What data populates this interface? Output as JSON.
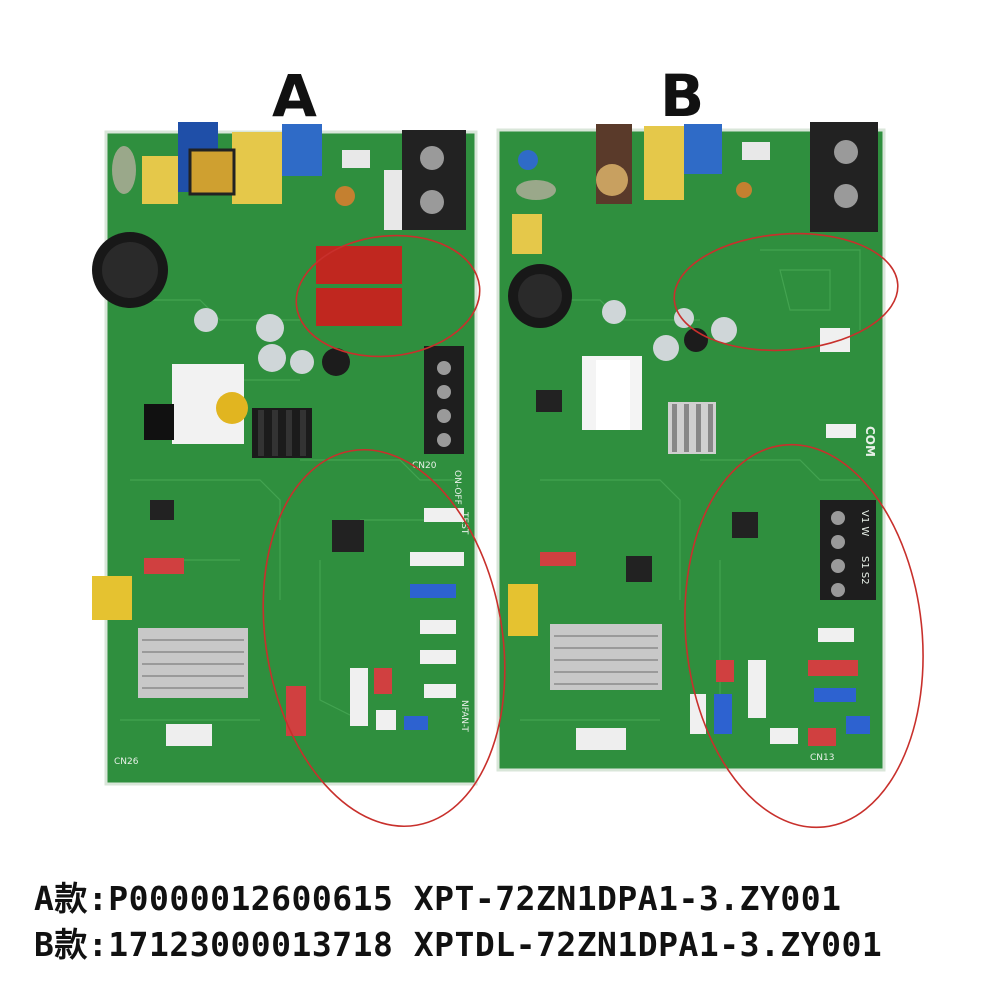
{
  "labels": {
    "a": "A",
    "b": "B"
  },
  "captions": {
    "a": "A款:P0000012600615 XPT-72ZN1DPA1-3.ZY001",
    "b": "B款:17123000013718 XPTDL-72ZN1DPA1-3.ZY001"
  },
  "board_a_text": {
    "cn20": "CN20",
    "on_off": "ON-OFF",
    "test": "TEST",
    "cn26": "CN26",
    "nfan_t": "NFAN-T"
  },
  "board_b_text": {
    "com": "COM",
    "s1_s2": "S1 S2",
    "v1_w": "V1 W",
    "cn13": "CN13"
  },
  "colors": {
    "pcb": "#2f8f3e",
    "pcb_dark": "#1f6b2c",
    "annotation_circle": "#c8302c"
  }
}
